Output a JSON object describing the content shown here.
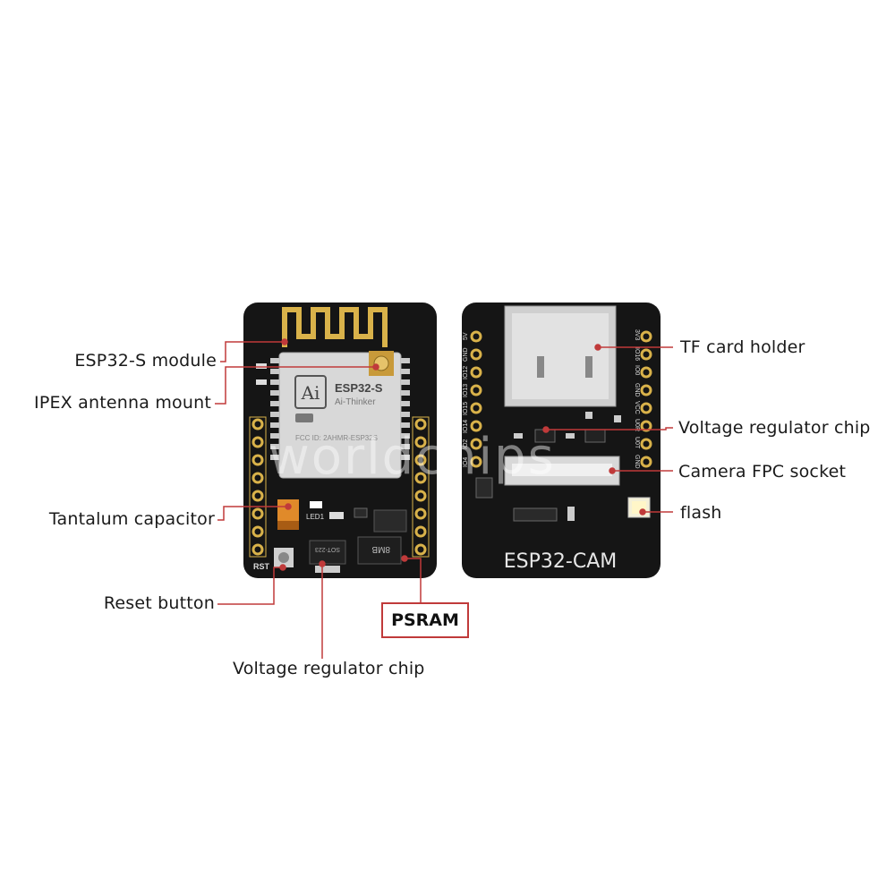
{
  "labels": {
    "esp32_module": "ESP32-S module",
    "ipex_antenna": "IPEX antenna mount",
    "tantalum_capacitor": "Tantalum capacitor",
    "reset_button": "Reset button",
    "voltage_regulator_bottom": "Voltage regulator chip",
    "psram": "PSRAM",
    "tf_card_holder": "TF card holder",
    "voltage_regulator_right": "Voltage regulator chip",
    "camera_fpc_socket": "Camera FPC socket",
    "flash": "flash"
  },
  "board_text": {
    "front_module_name": "ESP32-S",
    "front_module_maker": "Ai-Thinker",
    "front_module_fcc": "FCC ID: 2AHMR-ESP32S",
    "front_led": "LED1",
    "front_rst": "RST",
    "front_chip": "SOT-223",
    "front_psram_chip": "8MB",
    "back_title": "ESP32-CAM"
  },
  "pin_labels_left_back": [
    "5V",
    "GND",
    "IO12",
    "IO13",
    "IO15",
    "IO14",
    "IO2",
    "IO4"
  ],
  "pin_labels_right_back": [
    "3V3",
    "IO16",
    "IO0",
    "GND",
    "VCC",
    "U0R",
    "U0T",
    "GND"
  ],
  "watermark": "worldchips",
  "colors": {
    "board": "#151515",
    "gold": "#d9b24a",
    "callout_line": "#c03a3a",
    "text": "#1a1a1a"
  }
}
